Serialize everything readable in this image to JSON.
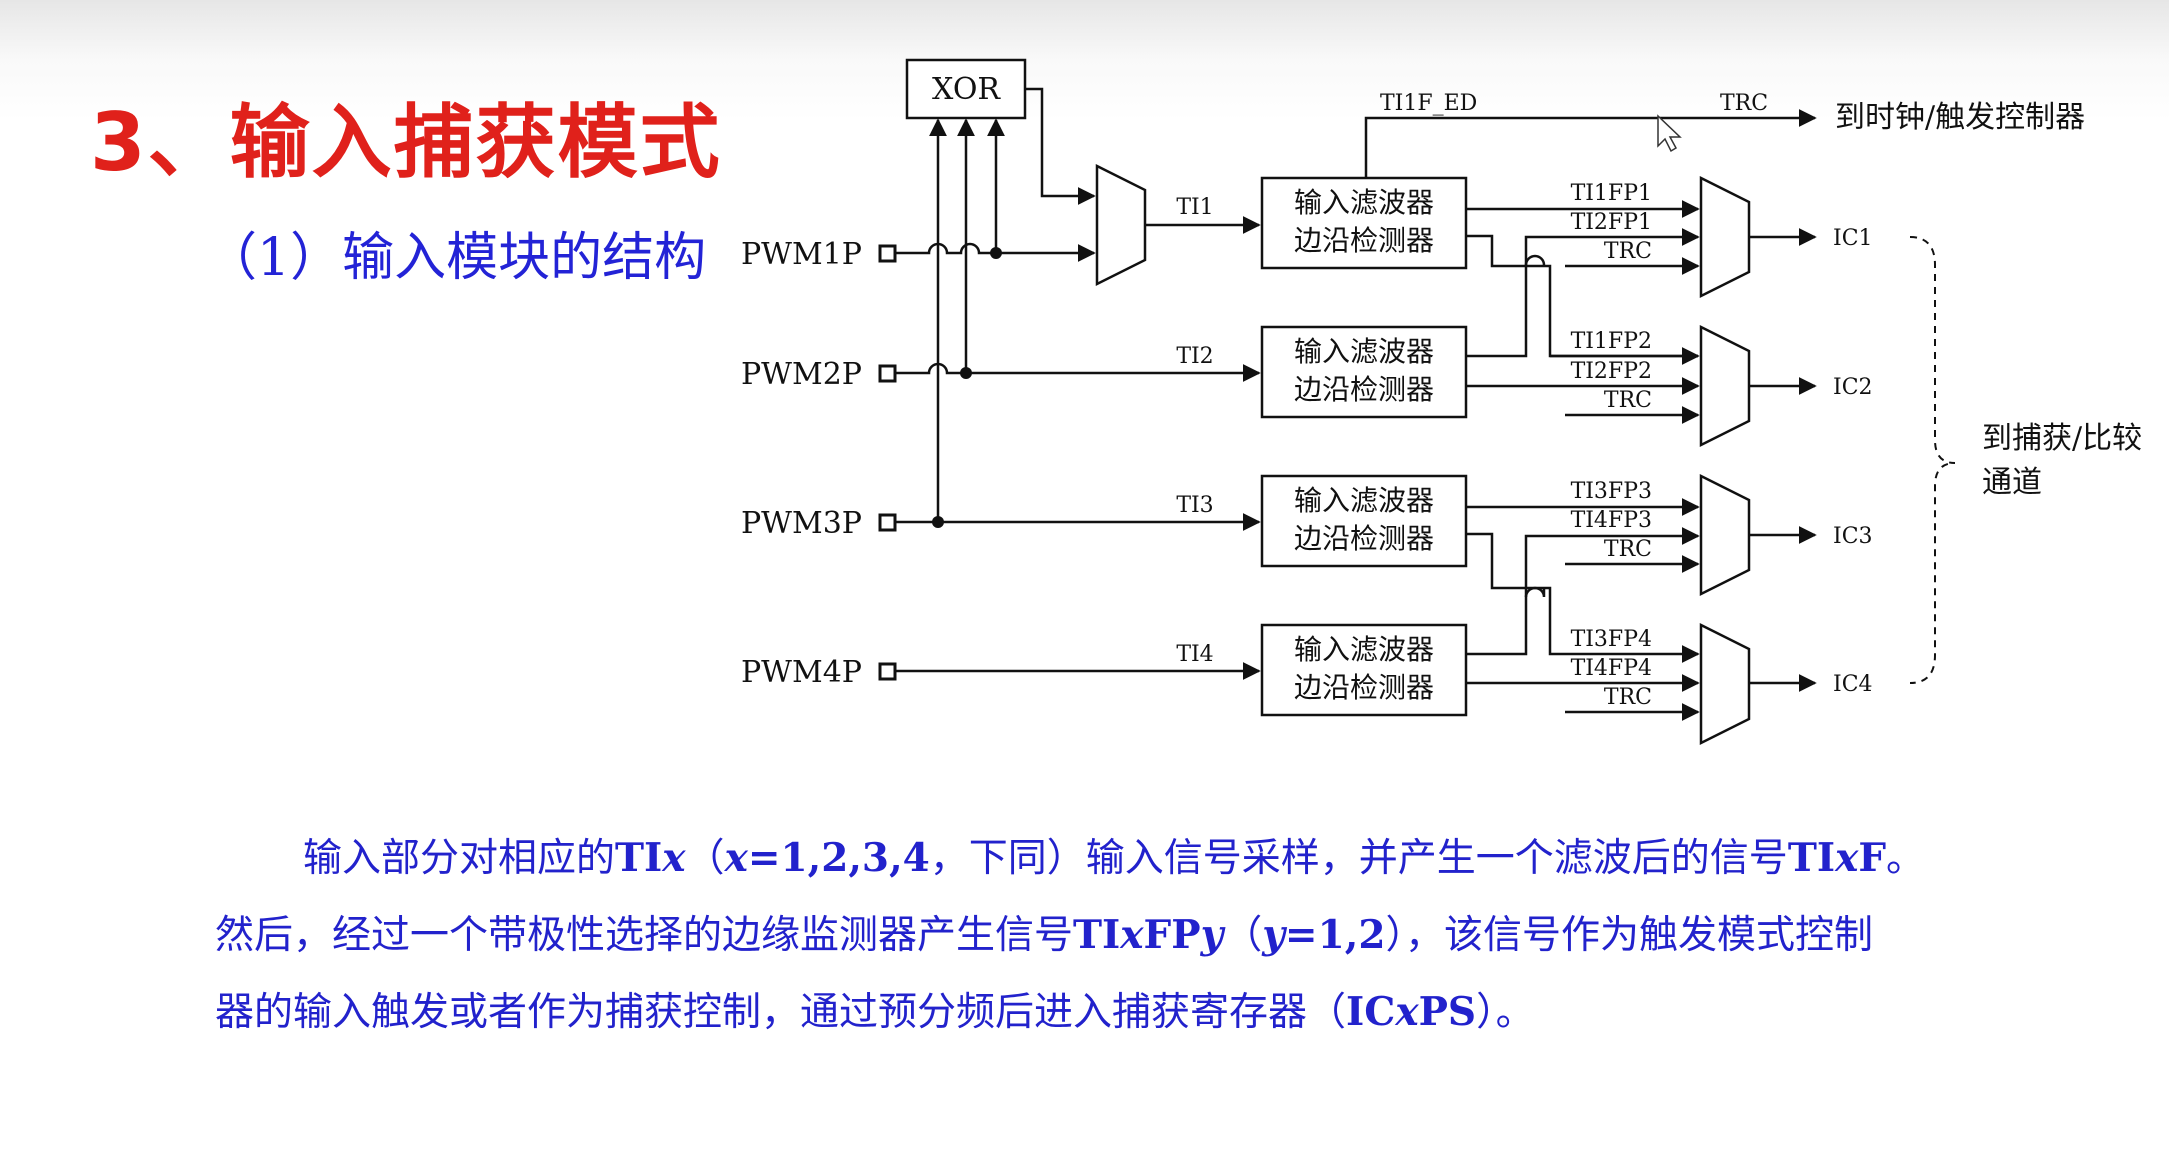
{
  "slide": {
    "title": "3、输入捕获模式",
    "subtitle": "（1）输入模块的结构"
  },
  "diagram": {
    "inputs": [
      "PWM1P",
      "PWM2P",
      "PWM3P",
      "PWM4P"
    ],
    "xor_label": "XOR",
    "ti_labels": [
      "TI1",
      "TI2",
      "TI3",
      "TI4"
    ],
    "filter_line1": "输入滤波器",
    "filter_line2": "边沿检测器",
    "ti1f_ed": "TI1F_ED",
    "trc_top": "TRC",
    "to_clock": "到时钟/触发控制器",
    "mux_inputs": [
      [
        "TI1FP1",
        "TI2FP1",
        "TRC"
      ],
      [
        "TI1FP2",
        "TI2FP2",
        "TRC"
      ],
      [
        "TI3FP3",
        "TI4FP3",
        "TRC"
      ],
      [
        "TI3FP4",
        "TI4FP4",
        "TRC"
      ]
    ],
    "outputs": [
      "IC1",
      "IC2",
      "IC3",
      "IC4"
    ],
    "to_capture_line1": "到捕获/比较",
    "to_capture_line2": "通道"
  },
  "description": {
    "p1_a": "输入部分对相应的",
    "p1_b": "TI",
    "p1_c": "x",
    "p1_d": "（",
    "p1_e": "x",
    "p1_f": "=1,2,3,4",
    "p1_g": "，下同）输入信号采样，并产生一个滤波后的信号",
    "p1_h": "TI",
    "p1_i": "x",
    "p1_j": "F",
    "p1_k": "。",
    "p2_a": "然后，经过一个带极性选择的边缘监测器产生信号",
    "p2_b": "TI",
    "p2_c": "x",
    "p2_d": "FP",
    "p2_e": "y",
    "p2_f": "（",
    "p2_g": "y",
    "p2_h": "=1,2",
    "p2_i": "），该信号作为触发模式控制",
    "p3_a": "器的输入触发或者作为捕获控制，通过预分频后进入捕获寄存器（",
    "p3_b": "IC",
    "p3_c": "x",
    "p3_d": "PS",
    "p3_e": "）。"
  }
}
